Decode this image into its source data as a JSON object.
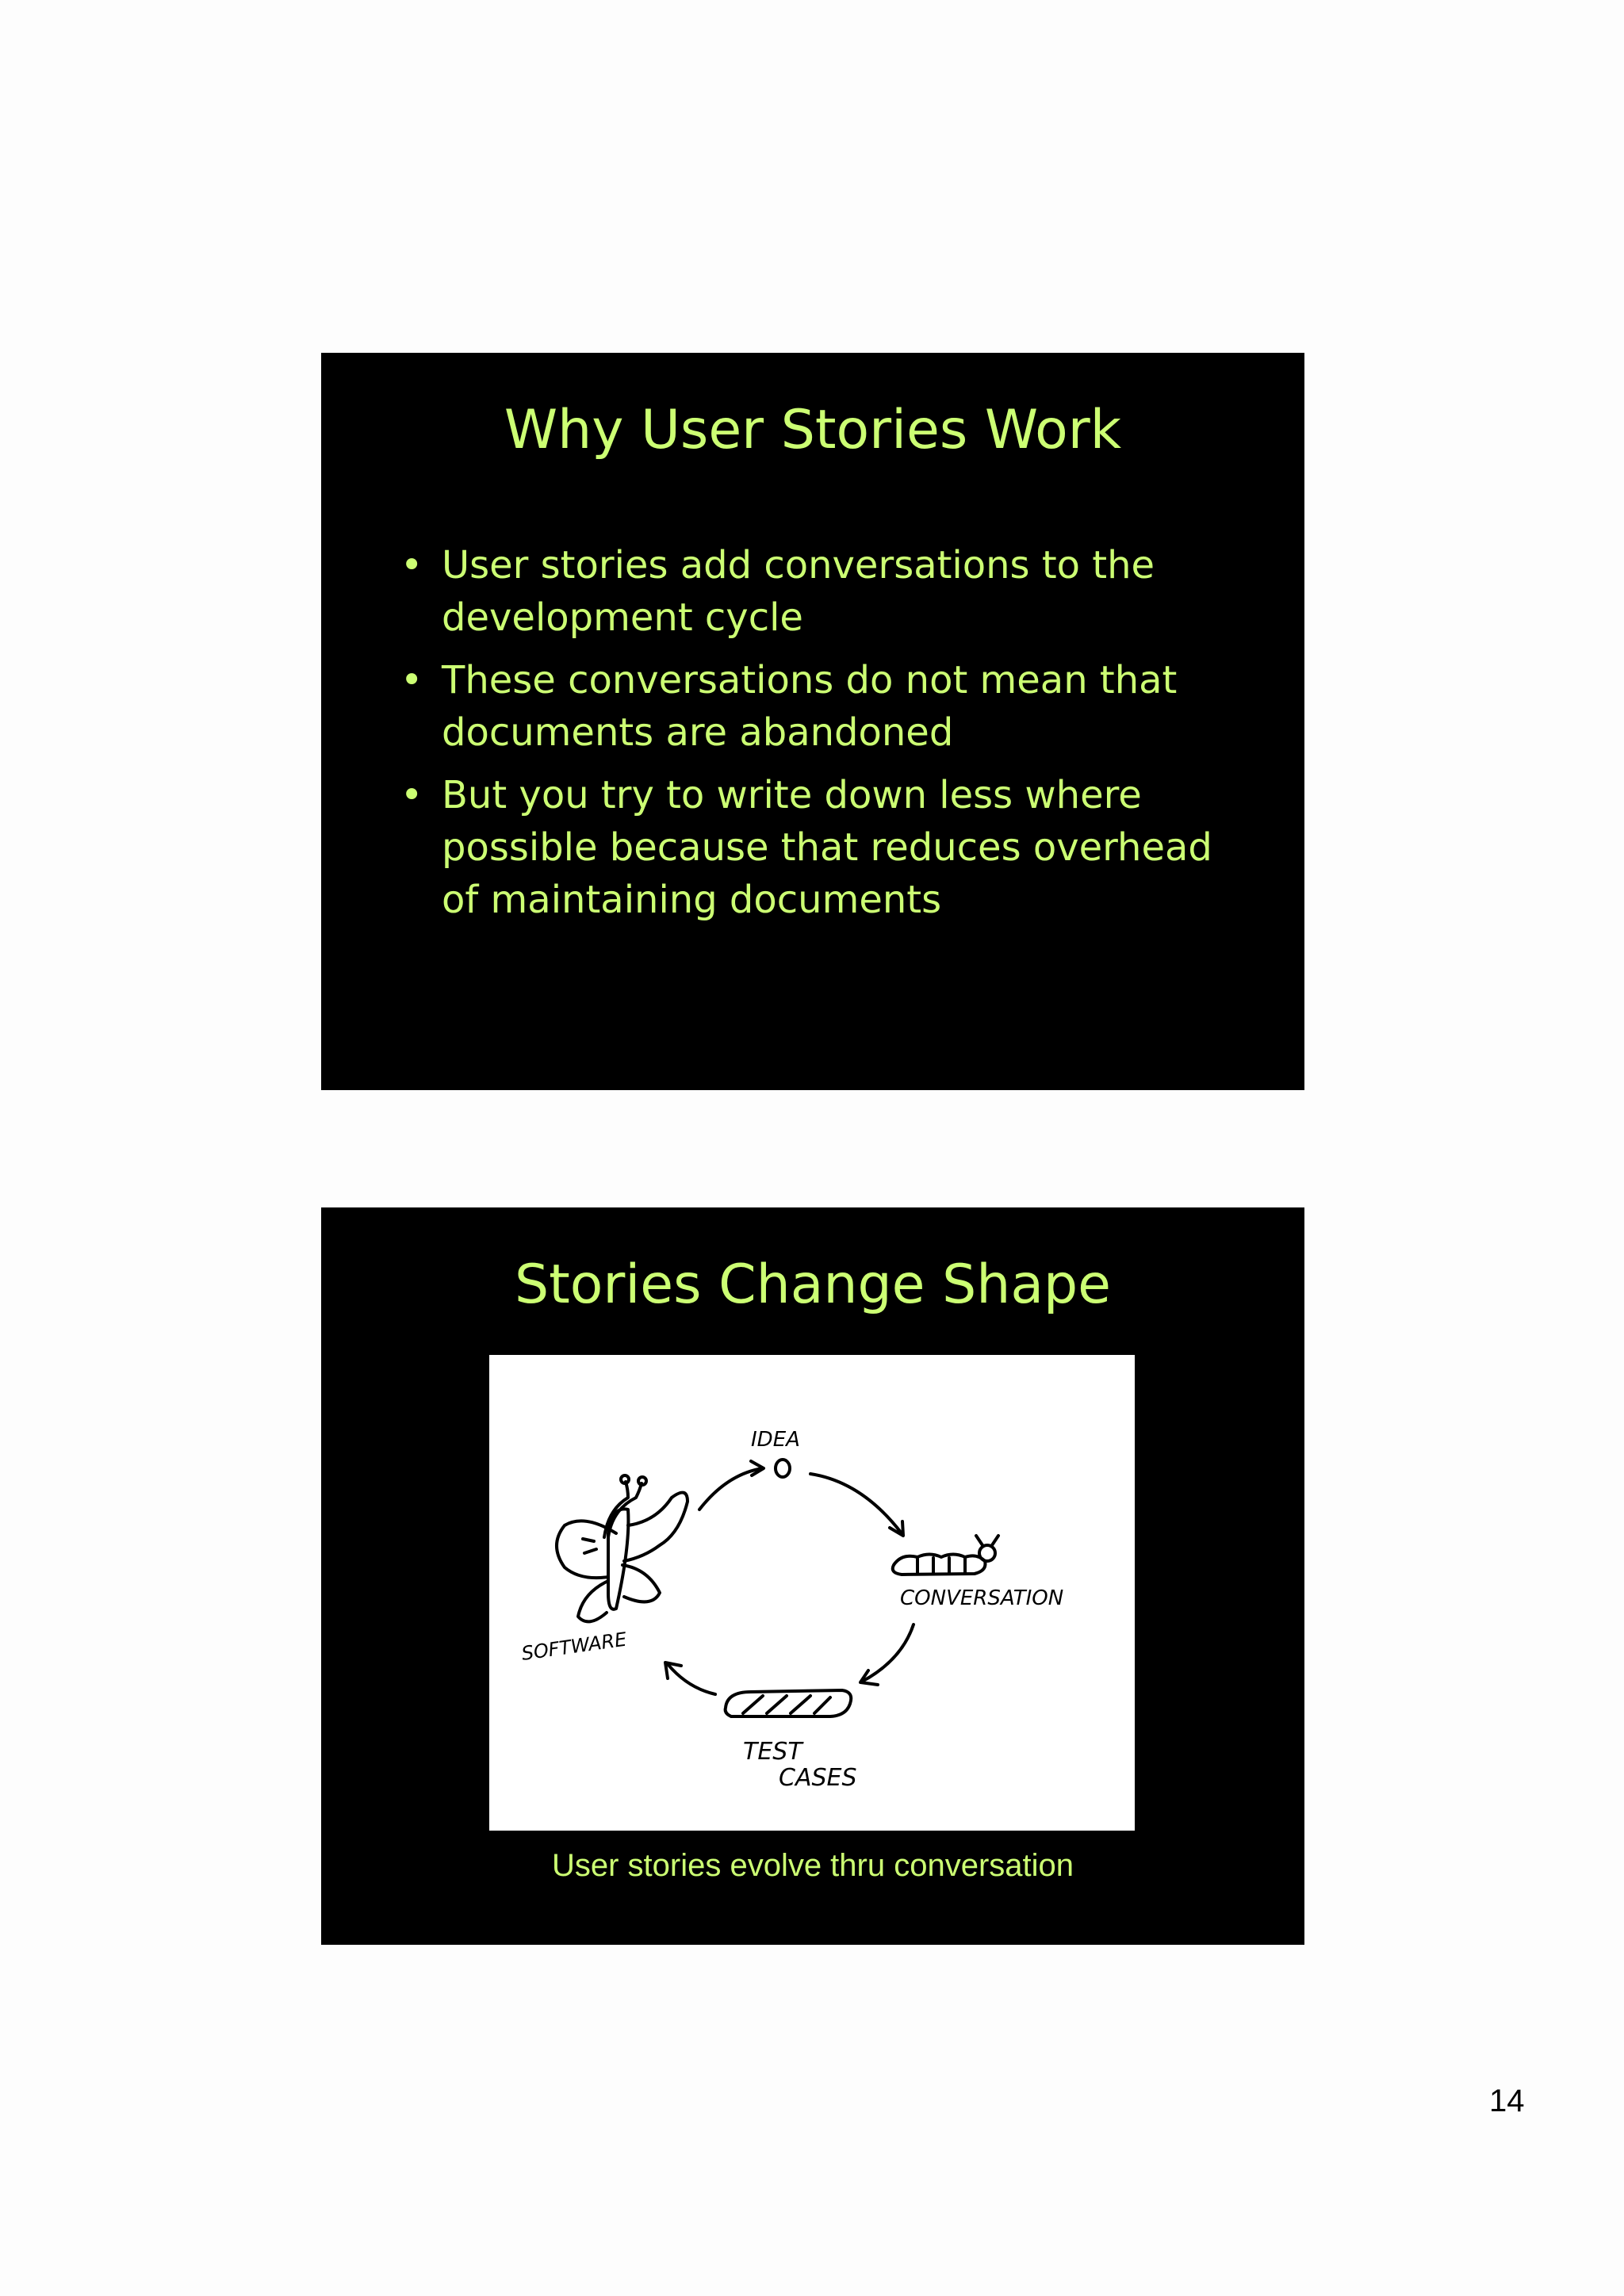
{
  "slides": [
    {
      "title": "Why User Stories Work",
      "bullet_marker": "•",
      "bullets": [
        "User stories add conversations to the development cycle",
        "These conversations do not mean that documents are abandoned",
        "But you try to write down less where possible because that reduces overhead of maintaining documents"
      ]
    },
    {
      "title": "Stories Change Shape",
      "diagram": {
        "labels": {
          "idea": "IDEA",
          "conversation": "CONVERSATION",
          "test_line1": "TEST",
          "test_line2": "CASES",
          "software": "SOFTWARE"
        },
        "icons": [
          "egg-icon",
          "caterpillar-icon",
          "cocoon-icon",
          "butterfly-icon"
        ]
      },
      "caption": "User stories evolve thru conversation"
    }
  ],
  "page_number": "14",
  "colors": {
    "slide_background": "#000000",
    "slide_text": "#ccff73",
    "page_background": "#fdfdfd"
  }
}
